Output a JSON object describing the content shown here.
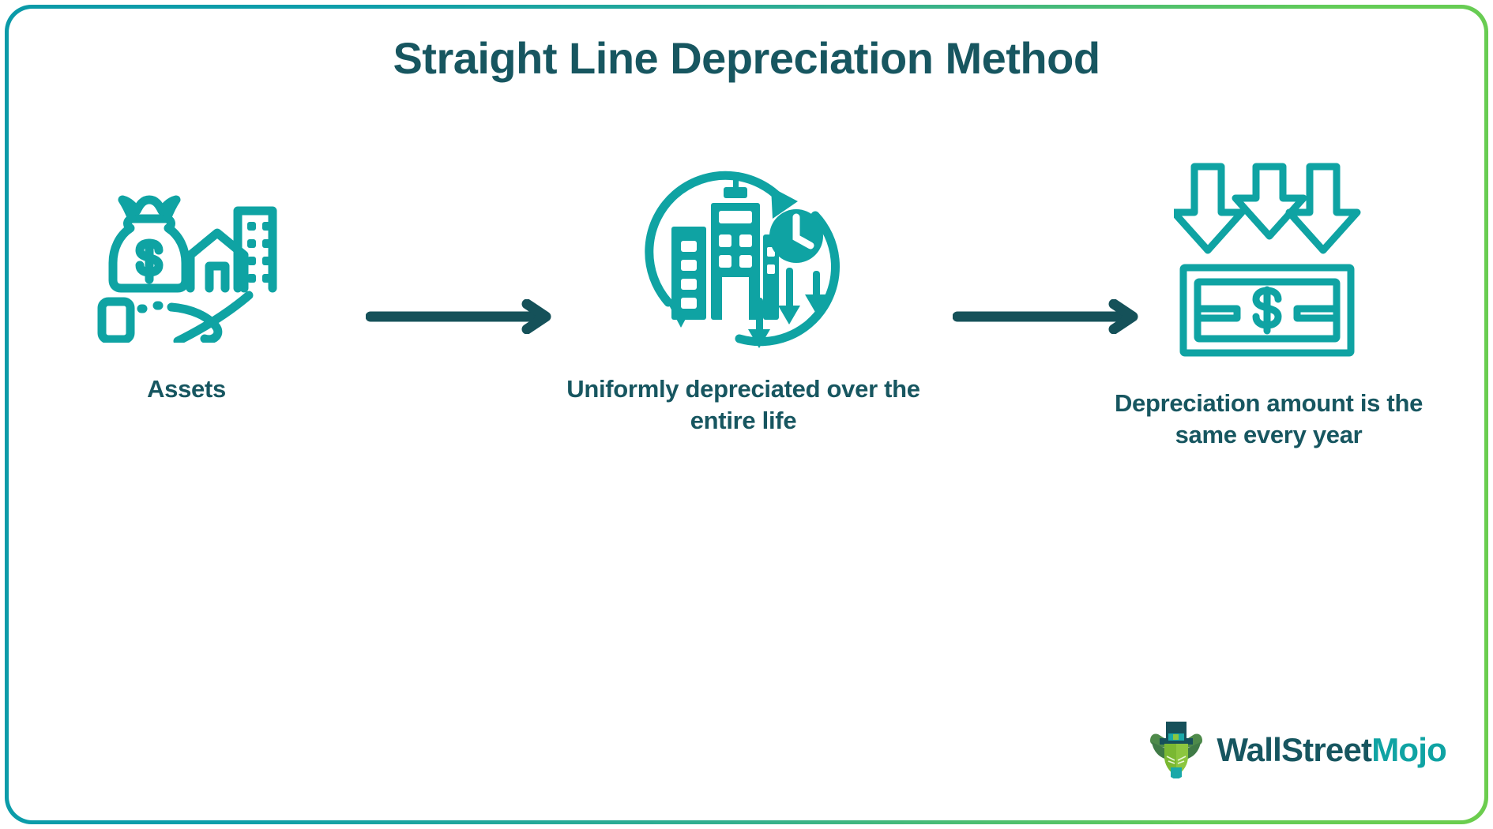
{
  "page": {
    "title": "Straight Line Depreciation Method",
    "border_gradient_start": "#0a9aa8",
    "border_gradient_end": "#6ccd4e",
    "text_color": "#175660",
    "icon_color": "#0fa3a3"
  },
  "flow": {
    "steps": [
      {
        "label": "Assets",
        "icon": "assets-hand-money-bag-buildings-icon"
      },
      {
        "label": "Uniformly depreciated over the entire life",
        "icon": "recycle-buildings-clock-down-arrows-icon"
      },
      {
        "label": "Depreciation amount is the same every year",
        "icon": "down-arrows-banknote-dollar-icon"
      }
    ],
    "connectors": [
      {
        "name": "arrow-right-1"
      },
      {
        "name": "arrow-right-2"
      }
    ]
  },
  "logo": {
    "brand_part_1": "WallStreet",
    "brand_part_2": "Mojo",
    "mark": "bull-with-top-hat-icon",
    "color_part_1": "#175660",
    "color_part_2": "#0fa3a3"
  }
}
